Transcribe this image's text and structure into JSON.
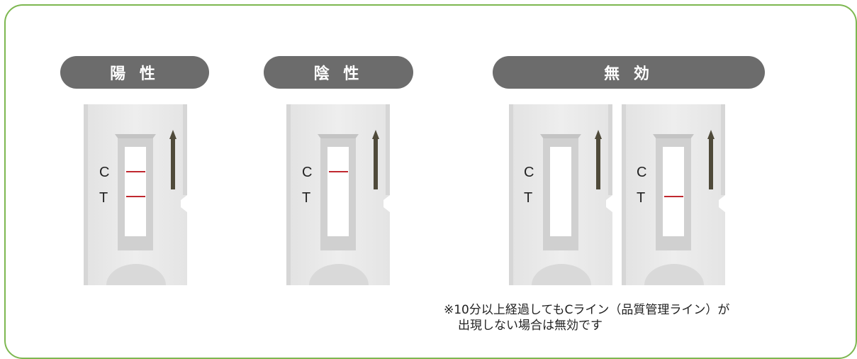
{
  "categories": [
    {
      "label": "陽 性"
    },
    {
      "label": "陰 性"
    },
    {
      "label": "無 効"
    }
  ],
  "strip": {
    "c_label": "C",
    "t_label": "T"
  },
  "note": {
    "line1": "※10分以上経過してもCライン（品質管理ライン）が",
    "line2": "出現しない場合は無効です"
  },
  "colors": {
    "frame": "#7db750",
    "pill": "#6c6c6c",
    "line": "#c0282f",
    "arrow": "#4f4a3a"
  }
}
